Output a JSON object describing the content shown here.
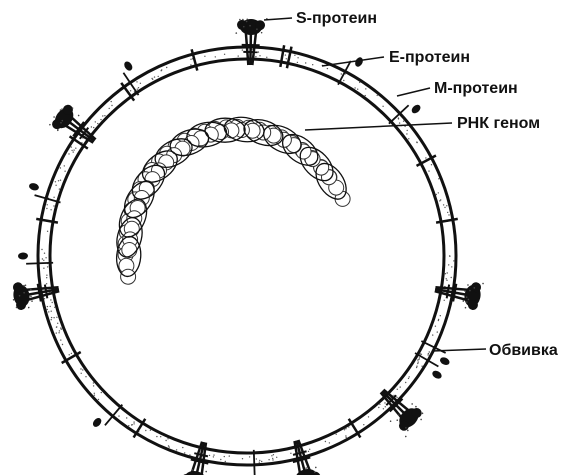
{
  "diagram": {
    "labels": {
      "s_protein": "S-протеин",
      "e_protein": "Е-протеин",
      "m_protein": "М-протеин",
      "rna_genome": "РНК геном",
      "envelope": "Обвивка"
    },
    "colors": {
      "ink": "#111111",
      "envelope_fill": "#ffffff",
      "background": "#ffffff"
    },
    "parts": [
      "envelope-ring",
      "s-protein-spikes",
      "e-protein-marks",
      "m-protein-marks",
      "rna-genome-coil"
    ]
  }
}
